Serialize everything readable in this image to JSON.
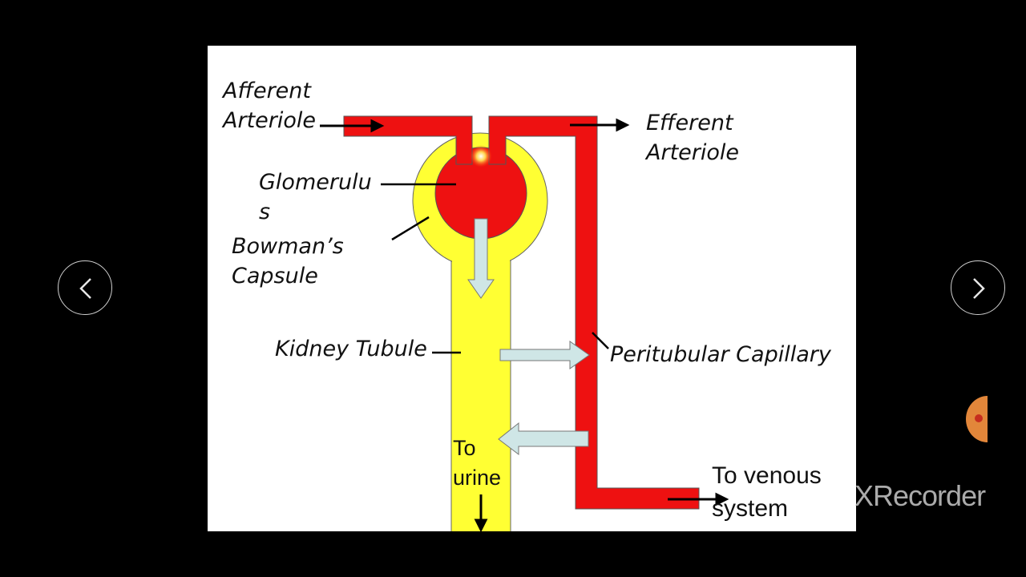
{
  "diagram": {
    "labels": {
      "afferent_line1": "Afferent",
      "afferent_line2": "Arteriole",
      "efferent_line1": "Efferent",
      "efferent_line2": "Arteriole",
      "glomerulus_line1": "Glomerulu",
      "glomerulus_line2": "s",
      "bowmans_line1": "Bowman’s",
      "bowmans_line2": "Capsule",
      "kidney_tubule": "Kidney Tubule",
      "peritubular": "Peritubular Capillary",
      "to_urine_line1": "To",
      "to_urine_line2": "urine",
      "to_venous_line1": "To venous",
      "to_venous_line2": "system"
    },
    "colors": {
      "blood_vessel": "#ee1111",
      "capsule_tubule": "#ffff33",
      "flow_arrow": "#cfe6e6",
      "background": "#ffffff"
    }
  },
  "player": {
    "prev_icon": "chevron-left-icon",
    "next_icon": "chevron-right-icon",
    "watermark": "XRecorder"
  }
}
